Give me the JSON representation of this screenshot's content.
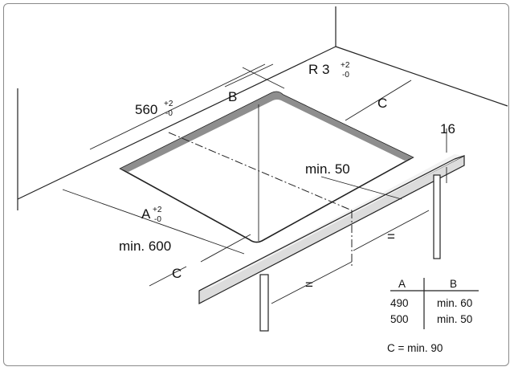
{
  "labels": {
    "width_main": "560",
    "width_tol_plus": "+2",
    "width_tol_minus": "-0",
    "dim_b": "B",
    "radius_main": "R 3",
    "radius_tol_plus": "+2",
    "radius_tol_minus": "-0",
    "dim_c_top": "C",
    "thickness": "16",
    "min_50": "min. 50",
    "depth_main": "A",
    "depth_tol_plus": "+2",
    "depth_tol_minus": "-0",
    "min_600": "min. 600",
    "dim_c_bottom": "C",
    "equal_right": "=",
    "equal_left": "="
  },
  "table": {
    "headers": [
      "A",
      "B"
    ],
    "rows": [
      [
        "490",
        "min. 60"
      ],
      [
        "500",
        "min. 50"
      ]
    ],
    "footnote": "C = min. 90"
  }
}
